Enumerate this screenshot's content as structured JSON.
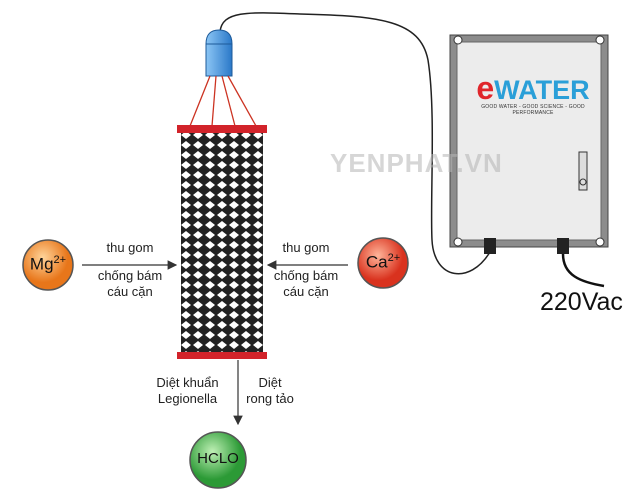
{
  "watermark": "YENPHAT.VN",
  "device": {
    "logo_e": "e",
    "logo_rest": "WATER",
    "tagline": "GOOD WATER - GOOD SCIENCE - GOOD PERFORMANCE",
    "voltage": "220Vac"
  },
  "left_ion": {
    "symbol": "Mg",
    "charge": "2+"
  },
  "right_ion": {
    "symbol": "Ca",
    "charge": "2+"
  },
  "product": {
    "symbol": "HCLO"
  },
  "left_labels": [
    "thu gom",
    "chống bám",
    "cáu cặn"
  ],
  "right_labels": [
    "thu gom",
    "chống bám",
    "cáu cặn"
  ],
  "bottom_left_labels": [
    "Diệt khuẩn",
    "Legionella"
  ],
  "bottom_right_labels": [
    "Diệt",
    "rong tảo"
  ],
  "colors": {
    "electrode_cap": "#d2232a",
    "mg": "#f08a24",
    "ca": "#e5432a",
    "hclo": "#3aa540",
    "probe": "#3b8fd9"
  }
}
